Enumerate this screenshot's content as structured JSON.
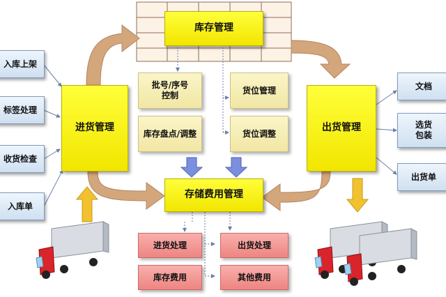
{
  "center": {
    "inventory_mgmt": "库存管理",
    "batch_serial": "批号/序号\n控制",
    "stock_count": "库存盘点/调整",
    "location_mgmt": "货位管理",
    "location_adjust": "货位调整",
    "storage_fee_mgmt": "存储费用管理"
  },
  "left": {
    "purchase_mgmt": "进货管理",
    "items": [
      "入库上架",
      "标签处理",
      "收货检查",
      "入库单"
    ]
  },
  "right": {
    "shipping_mgmt": "出货管理",
    "items": [
      "文档",
      "选货\n包装",
      "出货单"
    ]
  },
  "fees": {
    "purchase_processing": "进货处理",
    "shipping_processing": "出货处理",
    "inventory_fee": "库存费用",
    "other_fee": "其他费用"
  },
  "colors": {
    "main_box": "#f5ec00",
    "sub_box": "#f6edb8",
    "fee_box": "#f29a96",
    "side_box": "#dbe8f5",
    "flow_arrow": "#d2a47a",
    "up_arrow": "#f2c12e",
    "down_arrow_blue": "#7b8fe0"
  },
  "icons": [
    "truck-left-icon",
    "truck-right-icon-1",
    "truck-right-icon-2"
  ]
}
